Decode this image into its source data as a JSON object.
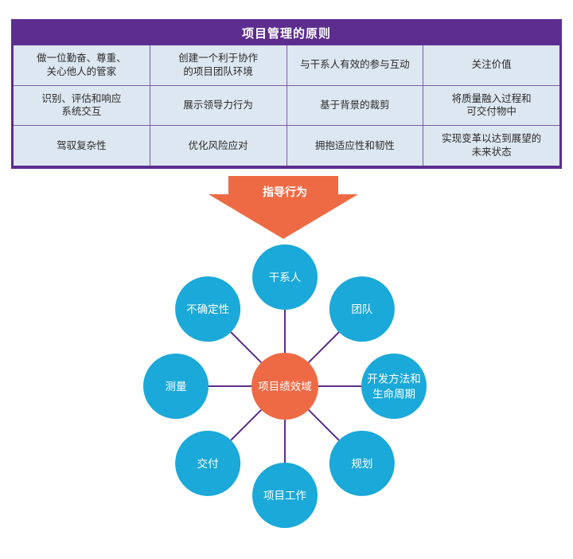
{
  "principles": {
    "title": "项目管理的原则",
    "cells": [
      "做一位勤奋、尊重、\n关心他人的管家",
      "创建一个利于协作\n的项目团队环境",
      "与干系人有效的参与互动",
      "关注价值",
      "识别、评估和响应\n系统交互",
      "展示领导力行为",
      "基于背景的裁剪",
      "将质量融入过程和\n可交付物中",
      "驾驭复杂性",
      "优化风险应对",
      "拥抱适应性和韧性",
      "实现变革以达到展望的\n未来状态"
    ]
  },
  "arrow": {
    "label": "指导行为"
  },
  "domains": {
    "center": "项目绩效域",
    "nodes": [
      {
        "id": "stakeholders",
        "lines": [
          "干系人"
        ]
      },
      {
        "id": "team",
        "lines": [
          "团队"
        ]
      },
      {
        "id": "dev-approach",
        "lines": [
          "开发方法和",
          "生命周期"
        ]
      },
      {
        "id": "planning",
        "lines": [
          "规划"
        ]
      },
      {
        "id": "project-work",
        "lines": [
          "项目工作"
        ]
      },
      {
        "id": "delivery",
        "lines": [
          "交付"
        ]
      },
      {
        "id": "measurement",
        "lines": [
          "测量"
        ]
      },
      {
        "id": "uncertainty",
        "lines": [
          "不确定性"
        ]
      }
    ]
  },
  "colors": {
    "header": "#5c2d8e",
    "cell": "#dde7f1",
    "arrow": "#ee6a45",
    "node": "#1aa9d8",
    "center": "#ee6a45",
    "connector": "#5c2d8e"
  }
}
